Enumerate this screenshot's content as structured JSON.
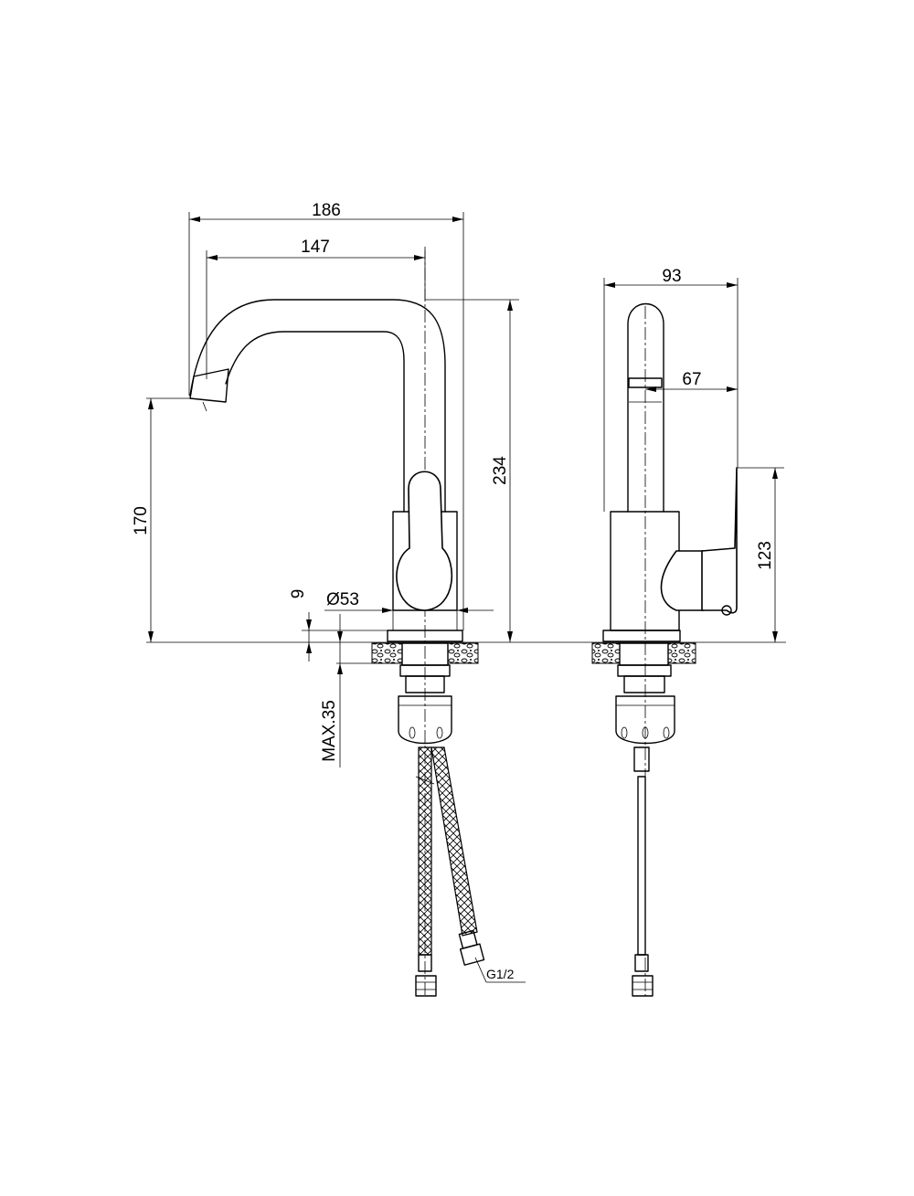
{
  "dimensions": {
    "total_width": "186",
    "spout_reach": "147",
    "total_height": "234",
    "spout_height": "170",
    "base_height": "9",
    "base_diameter": "Ø53",
    "max_counter_thickness": "MAX.35",
    "side_depth": "93",
    "side_spout_offset": "67",
    "handle_height": "123",
    "hose_thread": "G1/2"
  },
  "colors": {
    "line": "#000000",
    "background": "#ffffff"
  }
}
